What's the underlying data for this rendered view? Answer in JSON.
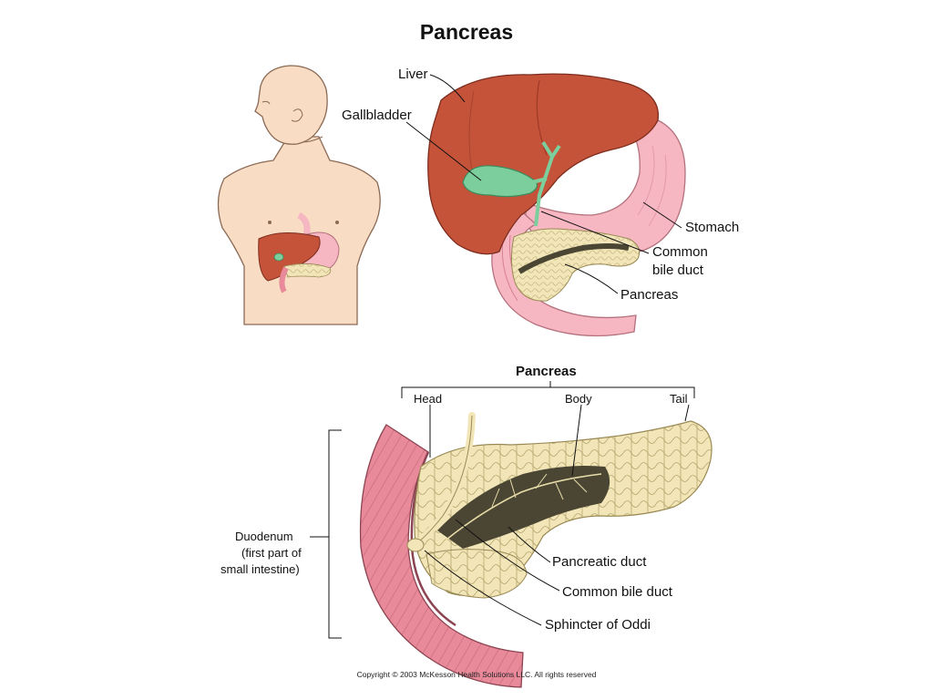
{
  "title": "Pancreas",
  "colors": {
    "skin": "#f9dcc4",
    "skin_stroke": "#8a6a55",
    "liver": "#c4533a",
    "liver_dark": "#9e3a27",
    "gallbladder": "#7ccf9c",
    "stomach": "#f6b6c2",
    "pancreas": "#f2e6b8",
    "duct_dark": "#4a4633",
    "duodenum": "#e88a9a"
  },
  "top_figure": {
    "labels": {
      "liver": "Liver",
      "gallbladder": "Gallbladder",
      "stomach": "Stomach",
      "common_bile_duct_1": "Common",
      "common_bile_duct_2": "bile duct",
      "pancreas": "Pancreas"
    }
  },
  "bottom_figure": {
    "header": "Pancreas",
    "regions": {
      "head": "Head",
      "body": "Body",
      "tail": "Tail"
    },
    "duodenum": {
      "line1": "Duodenum",
      "line2": "(first part of",
      "line3": "small intestine)"
    },
    "labels": {
      "pancreatic_duct": "Pancreatic duct",
      "common_bile_duct": "Common bile duct",
      "sphincter": "Sphincter of Oddi"
    }
  },
  "copyright": "Copyright © 2003 McKesson Health Solutions LLC. All rights reserved"
}
